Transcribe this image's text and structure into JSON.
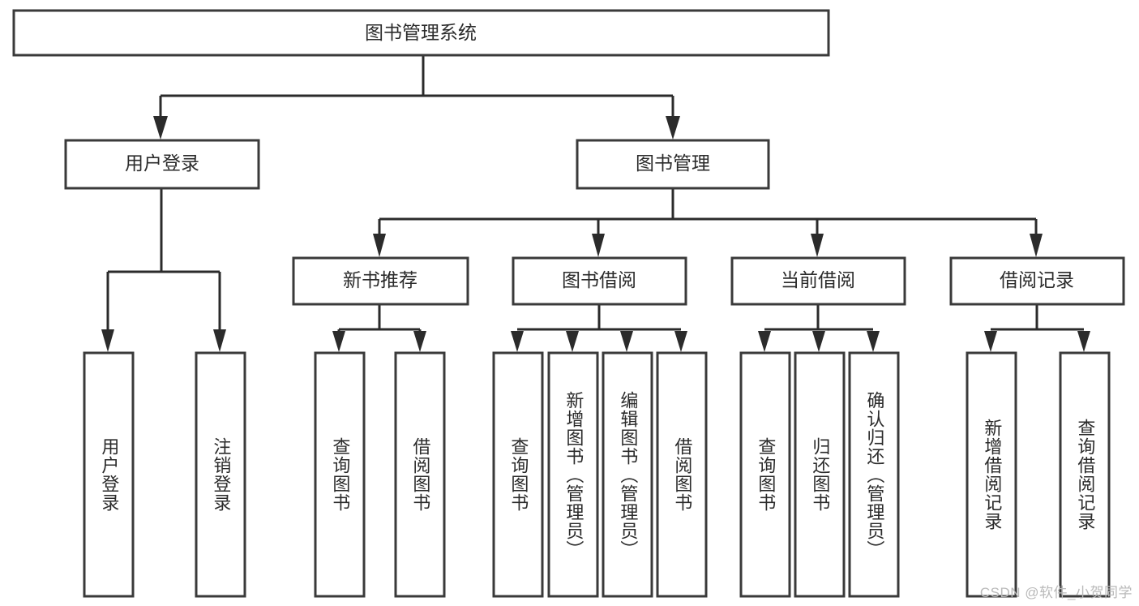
{
  "diagram": {
    "title": "图书管理系统",
    "watermark": "CSDN @软件_小贺同学",
    "colors": {
      "box_stroke": "#3a3a3a",
      "connector": "#2b2b2b",
      "box_fill": "#ffffff",
      "text": "#2b2b2b",
      "watermark": "#b9b9b9",
      "background": "#ffffff"
    },
    "nodes": {
      "root": {
        "label": "图书管理系统",
        "orientation": "horizontal"
      },
      "level2": [
        {
          "id": "user-login",
          "label": "用户登录",
          "orientation": "horizontal"
        },
        {
          "id": "book-management",
          "label": "图书管理",
          "orientation": "horizontal"
        }
      ],
      "level3": [
        {
          "id": "new-book-recommend",
          "label": "新书推荐",
          "orientation": "horizontal"
        },
        {
          "id": "book-borrow",
          "label": "图书借阅",
          "orientation": "horizontal"
        },
        {
          "id": "current-borrow",
          "label": "当前借阅",
          "orientation": "horizontal"
        },
        {
          "id": "borrow-record",
          "label": "借阅记录",
          "orientation": "horizontal"
        }
      ],
      "leaves": [
        {
          "id": "leaf-user-login",
          "label": "用户登录",
          "orientation": "vertical",
          "parent": "user-login"
        },
        {
          "id": "leaf-logout",
          "label": "注销登录",
          "orientation": "vertical",
          "parent": "user-login"
        },
        {
          "id": "leaf-query-book-1",
          "label": "查询图书",
          "orientation": "vertical",
          "parent": "new-book-recommend"
        },
        {
          "id": "leaf-borrow-book-1",
          "label": "借阅图书",
          "orientation": "vertical",
          "parent": "new-book-recommend"
        },
        {
          "id": "leaf-query-book-2",
          "label": "查询图书",
          "orientation": "vertical",
          "parent": "book-borrow"
        },
        {
          "id": "leaf-add-book",
          "label": "新增图书（管理员）",
          "orientation": "vertical",
          "parent": "book-borrow"
        },
        {
          "id": "leaf-edit-book",
          "label": "编辑图书（管理员）",
          "orientation": "vertical",
          "parent": "book-borrow"
        },
        {
          "id": "leaf-borrow-book-2",
          "label": "借阅图书",
          "orientation": "vertical",
          "parent": "book-borrow"
        },
        {
          "id": "leaf-query-book-3",
          "label": "查询图书",
          "orientation": "vertical",
          "parent": "current-borrow"
        },
        {
          "id": "leaf-return-book",
          "label": "归还图书",
          "orientation": "vertical",
          "parent": "current-borrow"
        },
        {
          "id": "leaf-confirm-return",
          "label": "确认归还（管理员）",
          "orientation": "vertical",
          "parent": "current-borrow"
        },
        {
          "id": "leaf-add-record",
          "label": "新增借阅记录",
          "orientation": "vertical",
          "parent": "borrow-record"
        },
        {
          "id": "leaf-query-record",
          "label": "查询借阅记录",
          "orientation": "vertical",
          "parent": "borrow-record"
        }
      ]
    }
  },
  "chart_data": {
    "type": "diagram",
    "subtype": "hierarchy-tree",
    "title": "图书管理系统",
    "orientation": "top-down",
    "levels": 4,
    "node_count": 20,
    "tree": {
      "label": "图书管理系统",
      "children": [
        {
          "label": "用户登录",
          "children": [
            {
              "label": "用户登录",
              "children": []
            },
            {
              "label": "注销登录",
              "children": []
            }
          ]
        },
        {
          "label": "图书管理",
          "children": [
            {
              "label": "新书推荐",
              "children": [
                {
                  "label": "查询图书",
                  "children": []
                },
                {
                  "label": "借阅图书",
                  "children": []
                }
              ]
            },
            {
              "label": "图书借阅",
              "children": [
                {
                  "label": "查询图书",
                  "children": []
                },
                {
                  "label": "新增图书（管理员）",
                  "children": []
                },
                {
                  "label": "编辑图书（管理员）",
                  "children": []
                },
                {
                  "label": "借阅图书",
                  "children": []
                }
              ]
            },
            {
              "label": "当前借阅",
              "children": [
                {
                  "label": "查询图书",
                  "children": []
                },
                {
                  "label": "归还图书",
                  "children": []
                },
                {
                  "label": "确认归还（管理员）",
                  "children": []
                }
              ]
            },
            {
              "label": "借阅记录",
              "children": [
                {
                  "label": "新增借阅记录",
                  "children": []
                },
                {
                  "label": "查询借阅记录",
                  "children": []
                }
              ]
            }
          ]
        }
      ]
    }
  }
}
